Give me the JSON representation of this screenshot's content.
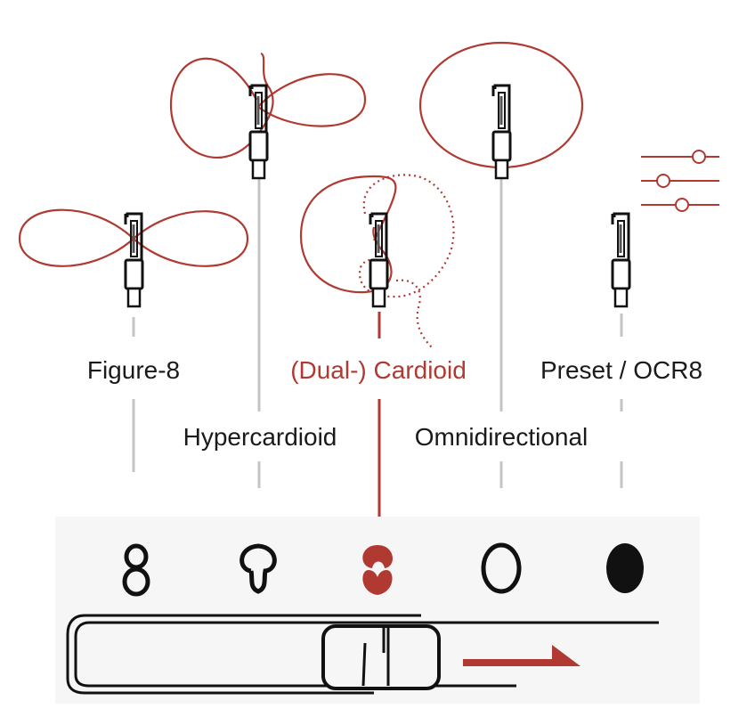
{
  "colors": {
    "accent": "#b03a32",
    "ink": "#111111",
    "line": "#c4c4c4",
    "panel": "#f6f6f6"
  },
  "patterns": [
    {
      "label": "Figure-8",
      "icon": "figure-8-icon"
    },
    {
      "label": "Hypercardioid",
      "icon": "hypercardioid-icon"
    },
    {
      "label": "(Dual-) Cardioid",
      "icon": "dual-cardioid-icon",
      "selected": true
    },
    {
      "label": "Omnidirectional",
      "icon": "omnidirectional-icon"
    },
    {
      "label": "Preset / OCR8",
      "icon": "preset-filled-circle-icon"
    }
  ],
  "preset_icon": "sliders-icon",
  "switch": {
    "position": "Cardioid",
    "arrow": "arrow-right-icon"
  }
}
